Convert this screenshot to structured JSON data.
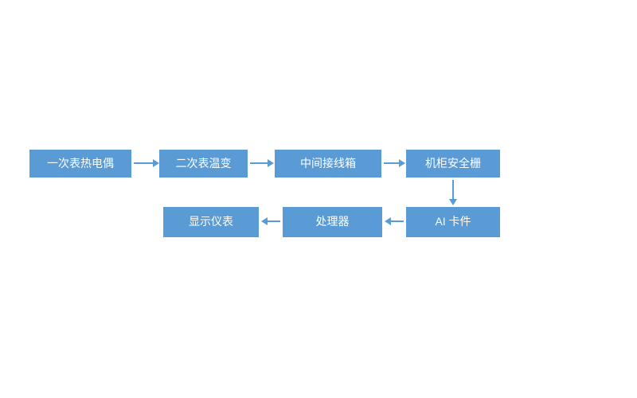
{
  "diagram": {
    "type": "flowchart",
    "accent_color": "#5B9BD5",
    "text_color": "#ffffff",
    "background_color": "#ffffff",
    "nodes": [
      {
        "id": "primary-thermocouple",
        "label": "一次表热电偶"
      },
      {
        "id": "secondary-transmitter",
        "label": "二次表温变"
      },
      {
        "id": "junction-box",
        "label": "中间接线箱"
      },
      {
        "id": "cabinet-safety-barrier",
        "label": "机柜安全栅"
      },
      {
        "id": "ai-card",
        "label": "AI 卡件"
      },
      {
        "id": "processor",
        "label": "处理器"
      },
      {
        "id": "display-instrument",
        "label": "显示仪表"
      }
    ],
    "edges": [
      {
        "from": "primary-thermocouple",
        "to": "secondary-transmitter",
        "direction": "right"
      },
      {
        "from": "secondary-transmitter",
        "to": "junction-box",
        "direction": "right"
      },
      {
        "from": "junction-box",
        "to": "cabinet-safety-barrier",
        "direction": "right"
      },
      {
        "from": "cabinet-safety-barrier",
        "to": "ai-card",
        "direction": "down"
      },
      {
        "from": "ai-card",
        "to": "processor",
        "direction": "left"
      },
      {
        "from": "processor",
        "to": "display-instrument",
        "direction": "left"
      }
    ]
  }
}
